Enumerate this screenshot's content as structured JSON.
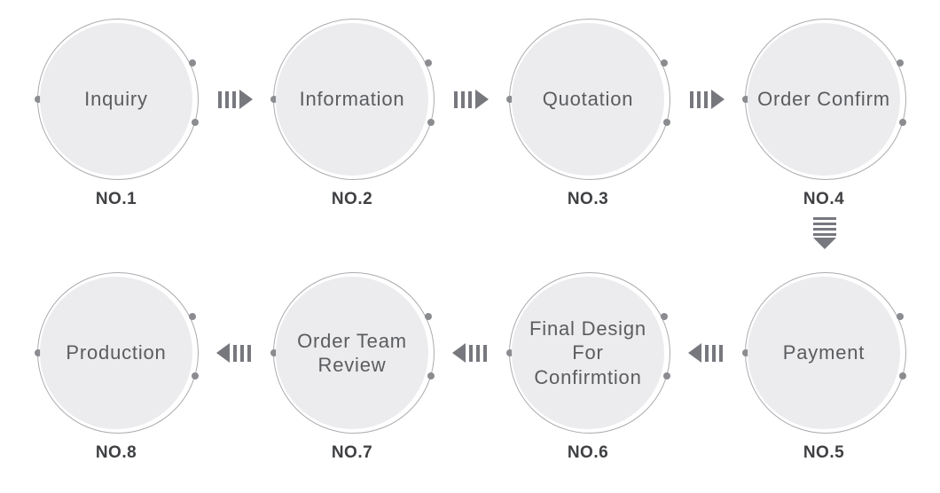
{
  "colors": {
    "circle_fill": "#ececee",
    "ring": "#aaabaf",
    "arrow": "#77787e",
    "label_text": "#5b5c5f",
    "number_text": "#3f4043",
    "background": "#ffffff"
  },
  "rows": [
    {
      "nodes": [
        {
          "label": "Inquiry",
          "number": "NO.1"
        },
        {
          "label": "Information",
          "number": "NO.2"
        },
        {
          "label": "Quotation",
          "number": "NO.3"
        },
        {
          "label": "Order Confirm",
          "number": "NO.4"
        }
      ]
    },
    {
      "nodes": [
        {
          "label": "Production",
          "number": "NO.8"
        },
        {
          "label": "Order Team\nReview",
          "number": "NO.7"
        },
        {
          "label": "Final Design\nFor\nConfirmtion",
          "number": "NO.6"
        },
        {
          "label": "Payment",
          "number": "NO.5"
        }
      ]
    }
  ]
}
